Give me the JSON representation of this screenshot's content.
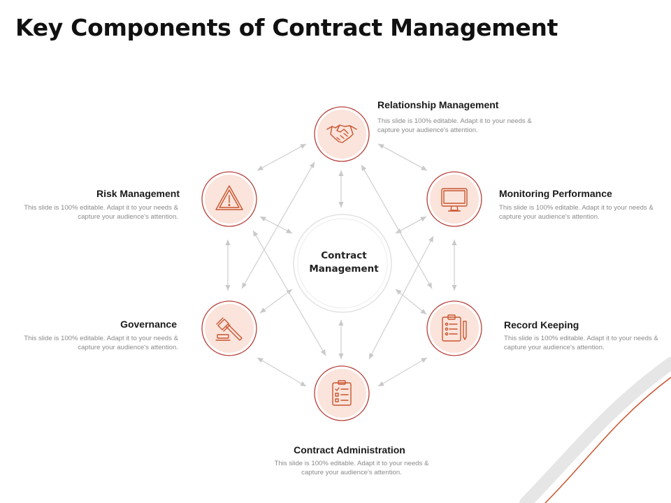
{
  "title": "Key Components of Contract Management",
  "center": {
    "line1": "Contract",
    "line2": "Management"
  },
  "components": {
    "relationship": {
      "label": "Relationship Management",
      "description": "This slide is 100% editable.  Adapt it to your needs & capture your audience's attention.",
      "icon": "handshake-icon"
    },
    "monitoring": {
      "label": "Monitoring Performance",
      "description": "This slide is 100% editable.  Adapt it to your needs & capture your audience's attention.",
      "icon": "monitor-icon"
    },
    "record": {
      "label": "Record Keeping",
      "description": "This slide is 100% editable.  Adapt it to your needs & capture your audience's attention.",
      "icon": "clipboard-list-icon"
    },
    "administration": {
      "label": "Contract Administration",
      "description": "This slide is 100% editable.  Adapt it to your needs & capture your audience's attention.",
      "icon": "checklist-icon"
    },
    "governance": {
      "label": "Governance",
      "description": "This slide is 100% editable.  Adapt it to your needs & capture your audience's attention.",
      "icon": "gavel-icon"
    },
    "risk": {
      "label": "Risk Management",
      "description": "This slide is 100% editable.  Adapt it to your needs & capture your audience's attention.",
      "icon": "warning-triangle-icon"
    }
  },
  "colors": {
    "accent": "#c8552f",
    "node_fill": "#fbe4dc",
    "node_ring": "#b8403a",
    "arrow": "#d2d2d2",
    "text_muted": "#8a8a8a"
  }
}
